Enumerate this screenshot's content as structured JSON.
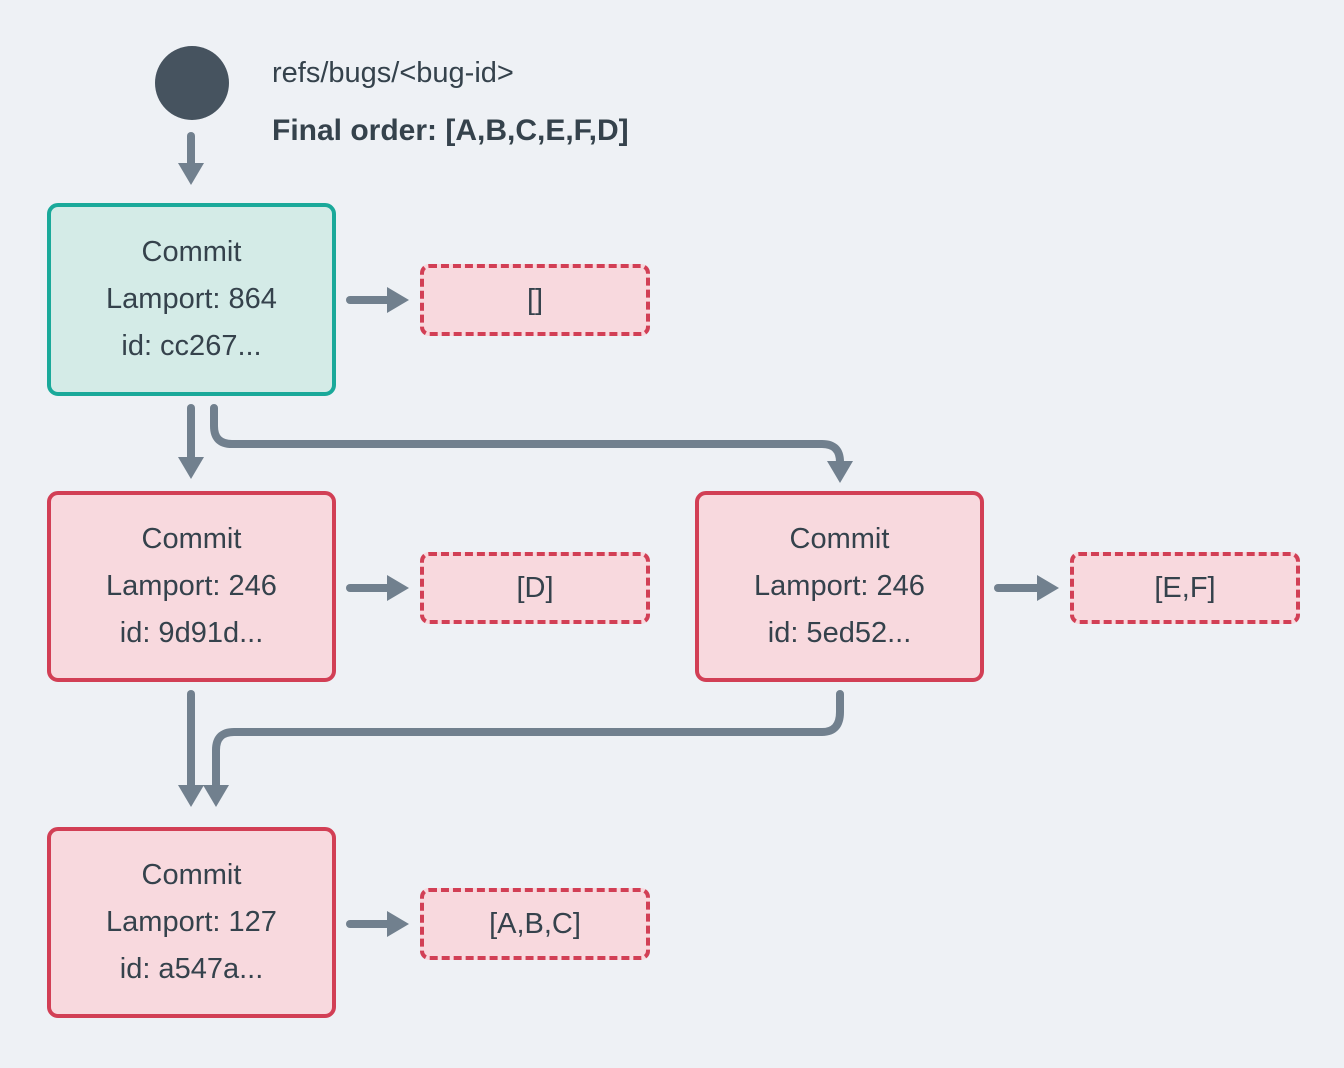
{
  "header": {
    "ref": "refs/bugs/<bug-id>",
    "final_order": "Final order: [A,B,C,E,F,D]"
  },
  "commits": {
    "root": {
      "title": "Commit",
      "lamport": "Lamport: 864",
      "id": "id: cc267..."
    },
    "left": {
      "title": "Commit",
      "lamport": "Lamport: 246",
      "id": "id: 9d91d..."
    },
    "right": {
      "title": "Commit",
      "lamport": "Lamport: 246",
      "id": "id: 5ed52..."
    },
    "bottom": {
      "title": "Commit",
      "lamport": "Lamport: 127",
      "id": "id: a547a..."
    }
  },
  "payloads": {
    "root": "[]",
    "left": "[D]",
    "right": "[E,F]",
    "bottom": "[A,B,C]"
  },
  "colors": {
    "background": "#eef1f5",
    "box_text": "#35424c",
    "arrow": "#71808e",
    "ref_circle": "#46535f",
    "teal_border": "#1aa99a",
    "teal_fill": "#d4ebe7",
    "crimson_border": "#d23f55",
    "pink_fill": "#f8d9de"
  }
}
